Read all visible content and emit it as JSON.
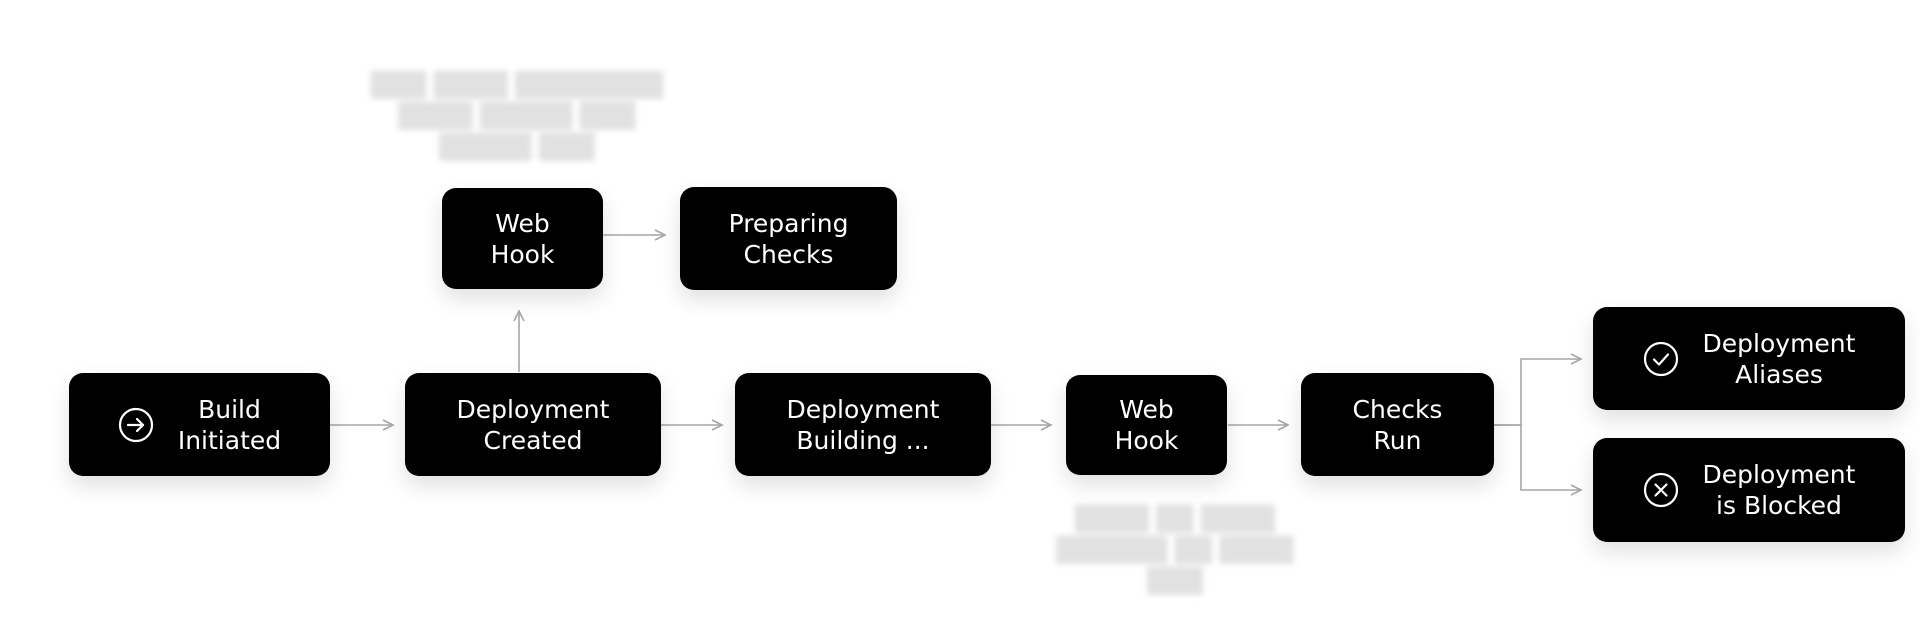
{
  "diagram": {
    "nodes": {
      "build_initiated": {
        "label": "Build\nInitiated",
        "icon": "arrow-right-circle-icon"
      },
      "deployment_created": {
        "label": "Deployment\nCreated"
      },
      "webhook_top": {
        "label": "Web\nHook"
      },
      "preparing_checks": {
        "label": "Preparing\nChecks"
      },
      "deployment_building": {
        "label": "Deployment\nBuilding ..."
      },
      "webhook_mid": {
        "label": "Web\nHook"
      },
      "checks_run": {
        "label": "Checks\nRun"
      },
      "deployment_aliases": {
        "label": "Deployment\nAliases",
        "icon": "check-circle-icon"
      },
      "deployment_blocked": {
        "label": "Deployment\nis Blocked",
        "icon": "x-circle-icon"
      }
    },
    "edges": [
      {
        "from": "build_initiated",
        "to": "deployment_created"
      },
      {
        "from": "deployment_created",
        "to": "webhook_top"
      },
      {
        "from": "webhook_top",
        "to": "preparing_checks"
      },
      {
        "from": "deployment_created",
        "to": "deployment_building"
      },
      {
        "from": "deployment_building",
        "to": "webhook_mid"
      },
      {
        "from": "webhook_mid",
        "to": "checks_run"
      },
      {
        "from": "checks_run",
        "to": "deployment_aliases"
      },
      {
        "from": "checks_run",
        "to": "deployment_blocked"
      }
    ],
    "colors": {
      "node_fill": "#000000",
      "node_text": "#ffffff",
      "connector": "#a6a6a6"
    }
  }
}
